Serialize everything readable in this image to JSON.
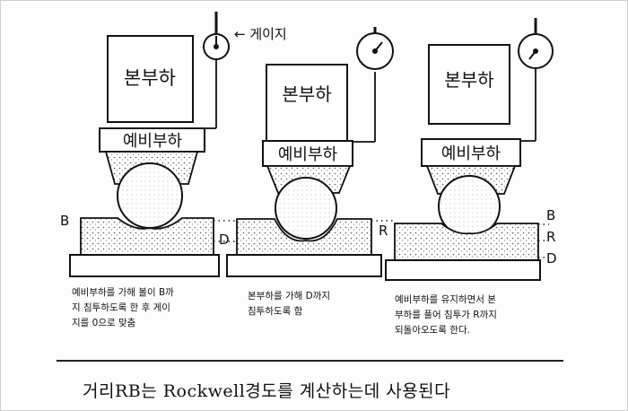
{
  "labels": {
    "main_load": "본부하",
    "preload": "예비부하",
    "gauge": "← 게이지",
    "B": "B",
    "D": "D",
    "R": "R"
  },
  "steps": [
    {
      "note": "예비부하를 가해 볼이 B까\n지 침투하도록 한 후 게이\n지를 0으로 맞춤"
    },
    {
      "note": "본부하를 가해 D까지\n침투하도록 함"
    },
    {
      "note": "예비부하를 유지하면서 본\n부하를 풀어 침투가 R까지\n되돌아오도록 한다."
    }
  ],
  "caption": "거리RB는 Rockwell경도를 계산하는데 사용된다",
  "colors": {
    "ink": "#111111",
    "stipple": "#777777",
    "background": "#fdfdfd"
  }
}
